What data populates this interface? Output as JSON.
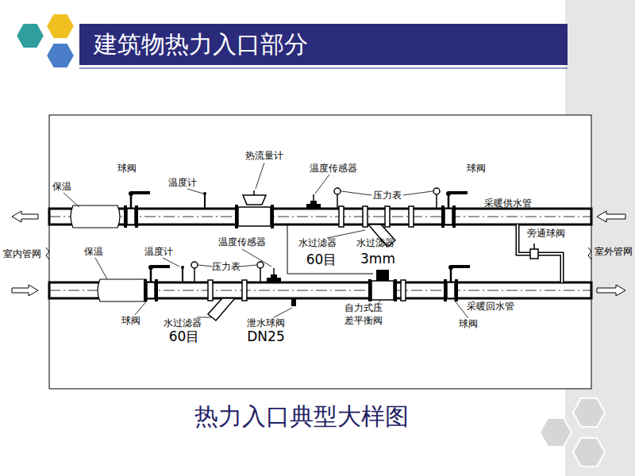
{
  "diagram": {
    "title": "建筑物热力入口部分",
    "caption": "热力入口典型大样图",
    "labels": [
      "保温",
      "球阀",
      "温度计",
      "热流量计",
      "温度传感器",
      "压力表",
      "球阀",
      "采暖供水管",
      "室内管网",
      "室外管网",
      "旁通球阀",
      "水过滤器",
      "60目",
      "水过滤器",
      "3mm",
      "保温",
      "温度计",
      "温度传感器",
      "压力表",
      "球阀",
      "水过滤器",
      "60目",
      "泄水球阀",
      "DN25",
      "自力式压差平衡阀",
      "采暖回水管",
      "球阀"
    ]
  }
}
